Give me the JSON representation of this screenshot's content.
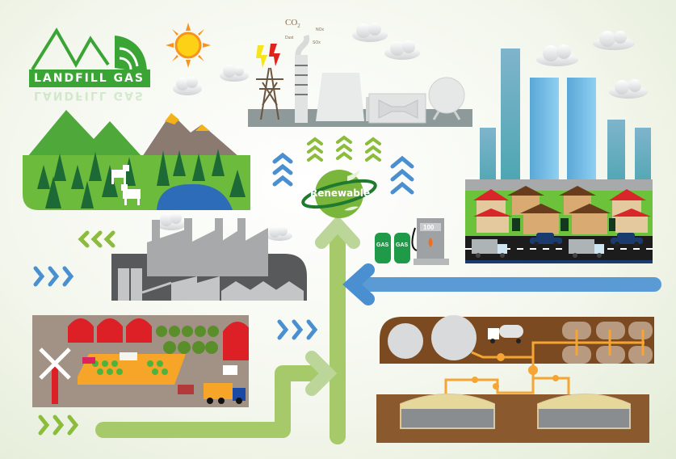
{
  "title": {
    "text": "LANDFILL GAS",
    "color": "#3aa535"
  },
  "center_badge": {
    "label": "Renewable",
    "color": "#7ab53c",
    "ring_color": "#1f7a2e"
  },
  "emissions_labels": {
    "co2": "CO",
    "co2_sub": "2",
    "nox": "NOx",
    "sox": "SOx",
    "dust": "Dust"
  },
  "fuel": {
    "cylinder_label_1": "GAS",
    "cylinder_label_2": "GAS",
    "pump_display": "100"
  },
  "scenes": [
    {
      "id": "nature",
      "label": "Mountains & forest"
    },
    {
      "id": "power-plant",
      "label": "Power plant"
    },
    {
      "id": "city",
      "label": "City & suburbs"
    },
    {
      "id": "factory",
      "label": "Factory"
    },
    {
      "id": "farm",
      "label": "Farm"
    },
    {
      "id": "gas-storage",
      "label": "Gas storage & landfill cells"
    }
  ],
  "colors": {
    "green_arrow": "#9cc25a",
    "blue_arrow": "#4a8fd0",
    "brown_soil": "#8a5a2e",
    "pipe": "#f4a533",
    "road": "#1c1c1c"
  }
}
